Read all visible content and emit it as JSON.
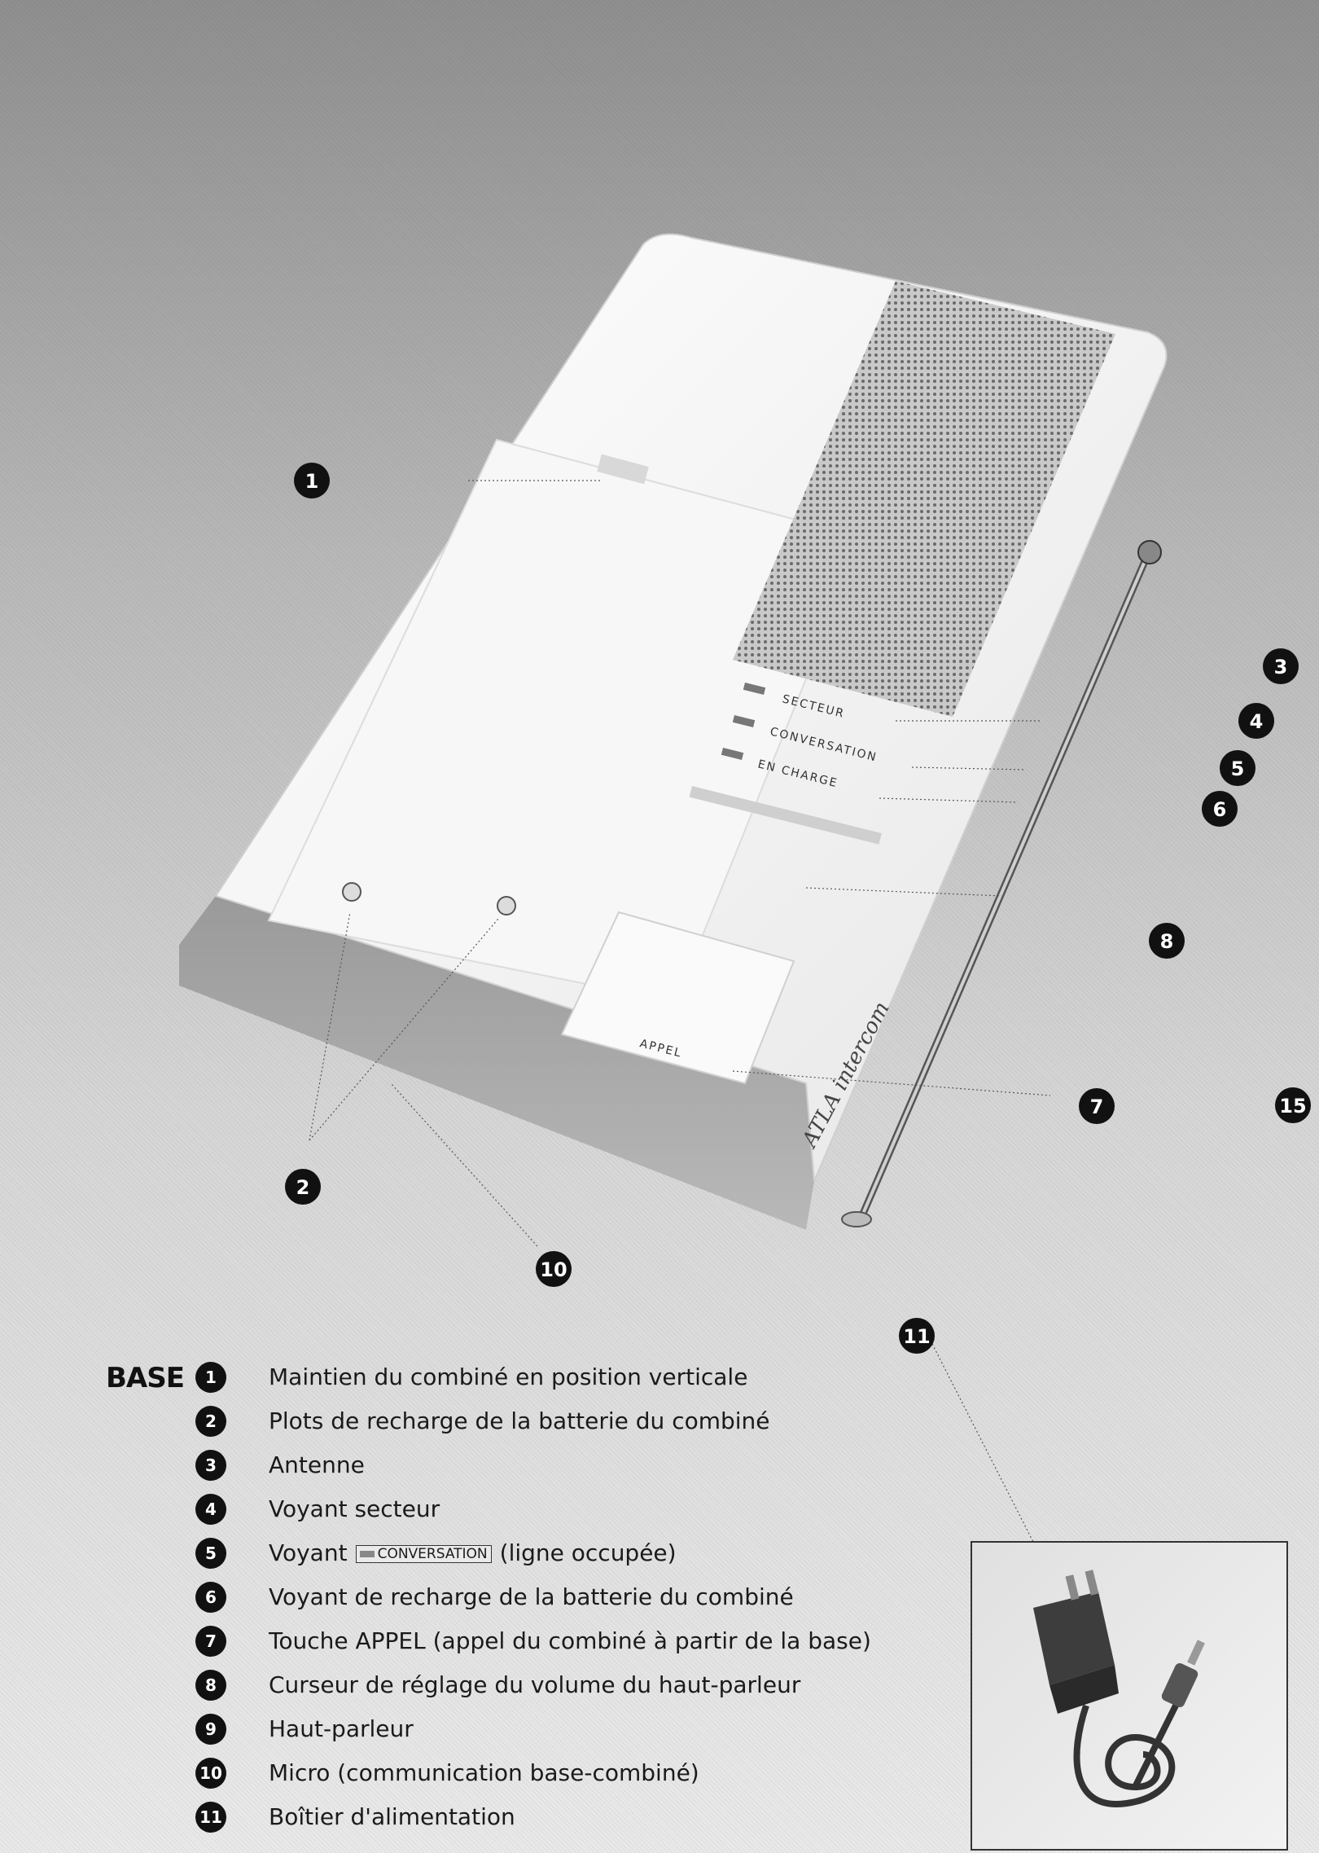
{
  "base_title": "BASE",
  "device": {
    "indicator_secteur": "SECTEUR",
    "indicator_conversation": "CONVERSATION",
    "indicator_en_charge": "EN CHARGE",
    "button_label": "APPEL",
    "brand": "ATLA intercom"
  },
  "callouts": [
    "1",
    "2",
    "3",
    "4",
    "5",
    "6",
    "7",
    "8",
    "10",
    "11",
    "15"
  ],
  "legend": [
    {
      "num": "1",
      "text": "Maintien du combiné en position verticale"
    },
    {
      "num": "2",
      "text": "Plots de recharge de la batterie du combiné"
    },
    {
      "num": "3",
      "text": "Antenne"
    },
    {
      "num": "4",
      "text": "Voyant secteur"
    },
    {
      "num": "5",
      "text_before": "Voyant",
      "inline_label": "CONVERSATION",
      "text_after": "(ligne occupée)"
    },
    {
      "num": "6",
      "text": "Voyant de recharge de la batterie du combiné"
    },
    {
      "num": "7",
      "text": "Touche APPEL (appel du combiné à partir de la base)"
    },
    {
      "num": "8",
      "text": "Curseur de réglage du volume du haut-parleur"
    },
    {
      "num": "9",
      "text": "Haut-parleur"
    },
    {
      "num": "10",
      "text": "Micro (communication base-combiné)"
    },
    {
      "num": "11",
      "text": "Boîtier d'alimentation"
    }
  ]
}
